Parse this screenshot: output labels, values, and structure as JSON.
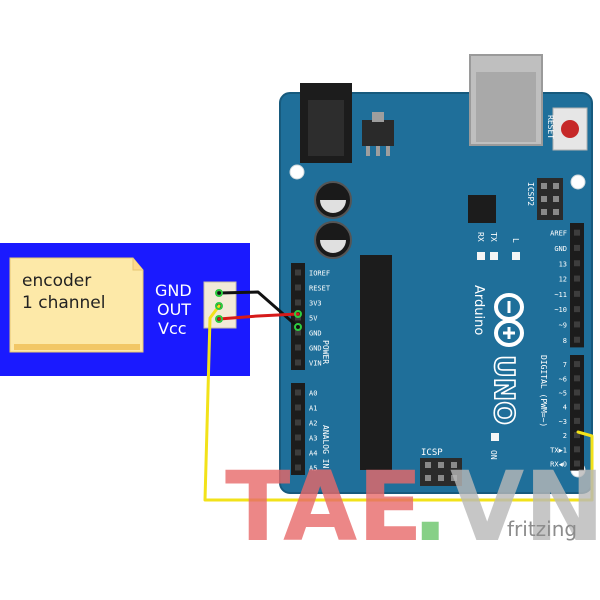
{
  "encoder": {
    "label_line1": "encoder",
    "label_line2": "1 channel",
    "pin_gnd": "GND",
    "pin_out": "OUT",
    "pin_vcc": "Vcc",
    "board_color": "#1a1aff",
    "note_color": "#fde9a8"
  },
  "arduino": {
    "brand": "Arduino",
    "model": "UNO",
    "reset_label": "RESET",
    "icsp2_label": "ICSP2",
    "icsp_label": "ICSP",
    "led_tx": "TX",
    "led_rx": "RX",
    "led_l": "L",
    "on_label": "ON",
    "power_section": "POWER",
    "analog_section": "ANALOG IN",
    "digital_section": "DIGITAL (PWM=~)",
    "power_pins": [
      "IOREF",
      "RESET",
      "3V3",
      "5V",
      "GND",
      "GND",
      "VIN"
    ],
    "analog_pins": [
      "A0",
      "A1",
      "A2",
      "A3",
      "A4",
      "A5"
    ],
    "digital_top": [
      "AREF",
      "GND",
      "13",
      "12",
      "~11",
      "~10",
      "~9",
      "8"
    ],
    "digital_bottom": [
      "7",
      "~6",
      "~5",
      "4",
      "~3",
      "2",
      "TX▶1",
      "RX◀0"
    ],
    "board_color": "#1f6f9a"
  },
  "wires": {
    "gnd_color": "#111111",
    "vcc_color": "#d61a1a",
    "signal_color": "#f2e21a"
  },
  "watermark": {
    "text_part1": "TAE",
    "text_dot": ".",
    "text_part2": "VN",
    "credit": "fritzing"
  }
}
